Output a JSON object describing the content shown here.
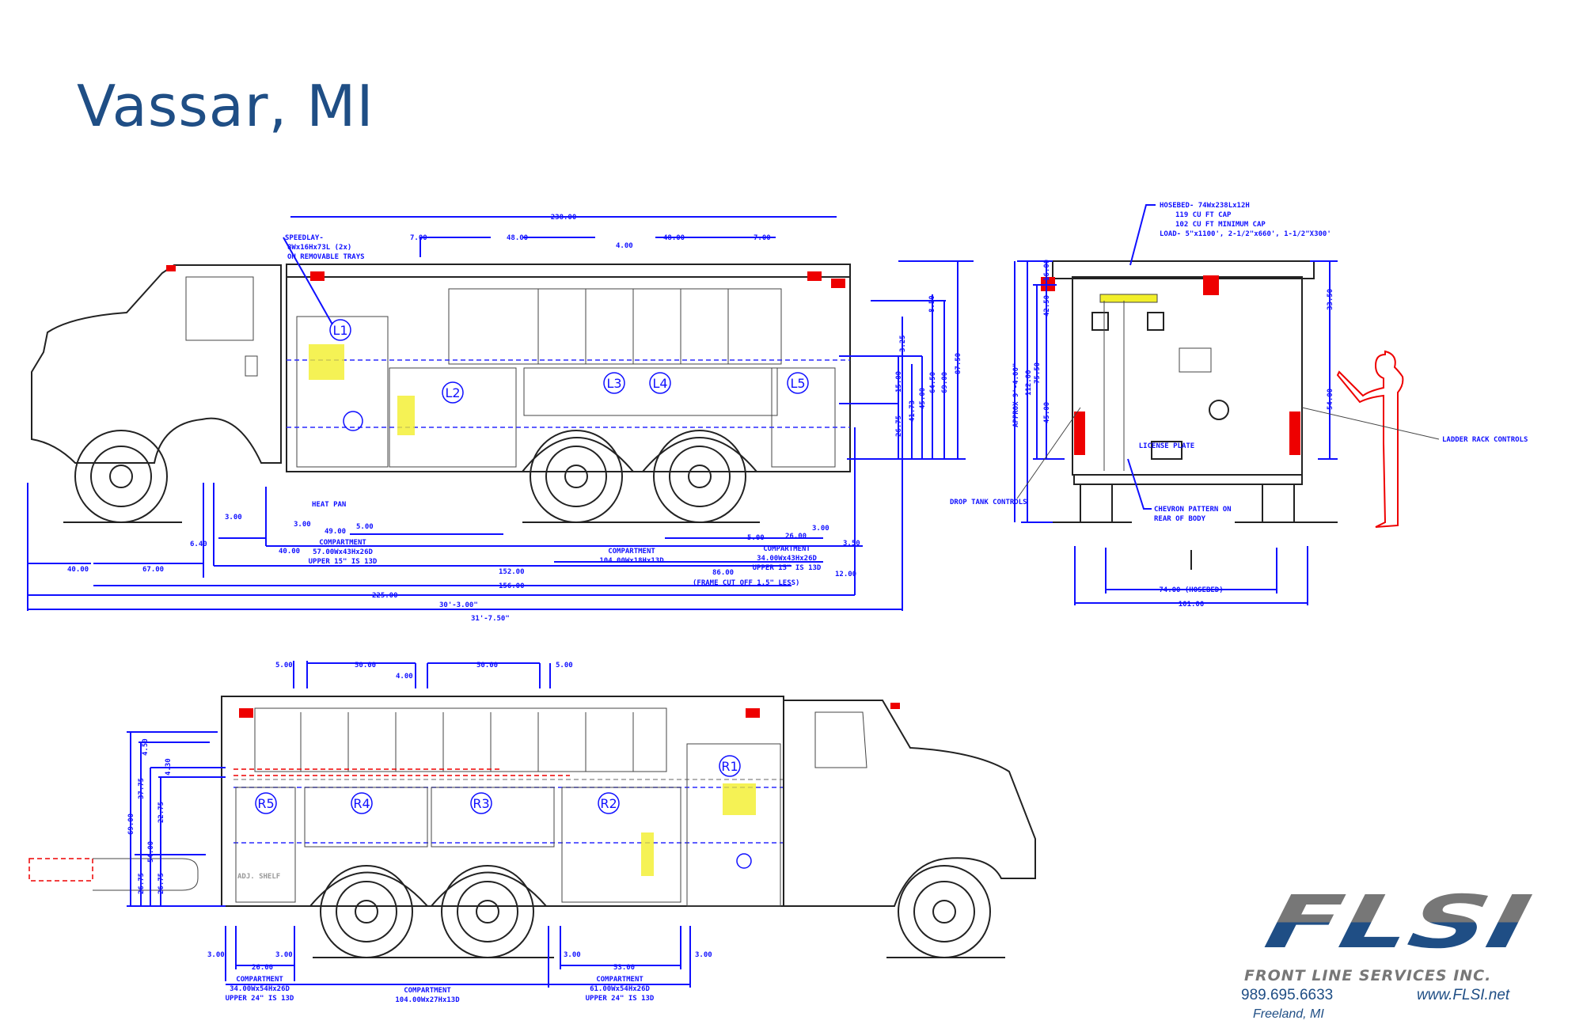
{
  "title": "Vassar, MI",
  "side_view_left": {
    "dims_top": [
      "238.00",
      "7.00",
      "48.00",
      "4.00",
      "48.00",
      "7.00"
    ],
    "speedlay_note": [
      "SPEEDLAY-",
      "8Wx16Hx73L (2x)",
      "ON REMOVABLE TRAYS"
    ],
    "compartments": [
      "L1",
      "L2",
      "L3",
      "L4",
      "L5"
    ],
    "heat_pan": "HEAT PAN",
    "dims_right": [
      "8.50",
      "3.25",
      "15.00",
      "26.75",
      "41.73",
      "45.00",
      "64.50",
      "69.00",
      "87.50"
    ],
    "dims_bottom": {
      "d300a": "3.00",
      "d300b": "3.00",
      "d500a": "5.00",
      "d4900": "49.00",
      "d640": "6.40",
      "d4000": "40.00",
      "comp1": [
        "COMPARTMENT",
        "57.00Wx43Hx26D",
        "UPPER 15\" IS 13D"
      ],
      "comp2": [
        "COMPARTMENT",
        "104.00Wx18Hx13D"
      ],
      "comp3": [
        "COMPARTMENT",
        "34.00Wx43Hx26D",
        "UPPER 15\" IS 13D"
      ],
      "d500b": "5.00",
      "d300c": "3.00",
      "d2600": "26.00",
      "d350": "3.50",
      "d4000b": "40.00",
      "d6700": "67.00",
      "d15200": "152.00",
      "d15600": "156.00",
      "d22500": "225.00",
      "d8600": "86.00",
      "frame_note": "(FRAME CUT OFF 1.5\" LESS)",
      "d1200": "12.00",
      "overall1": "30'-3.00\"",
      "overall2": "31'-7.50\""
    }
  },
  "rear_view": {
    "hosebed_note": [
      "HOSEBED- 74Wx238Lx12H",
      "119 CU FT CAP",
      "102 CU FT MINIMUM CAP",
      "LOAD- 5\"x1100', 2-1/2\"x660', 1-1/2\"X300'"
    ],
    "dims_left": [
      "APPROX 9'-4.00\"",
      "112.00",
      "16.00",
      "42.50",
      "75.50",
      "45.00"
    ],
    "dims_right": [
      "33.50",
      "54.00"
    ],
    "license_plate": "LICENSE PLATE",
    "drop_tank_controls": "DROP TANK CONTROLS",
    "chevron_note": [
      "CHEVRON PATTERN ON",
      "REAR OF BODY"
    ],
    "ladder_rack_controls": "LADDER RACK CONTROLS",
    "d7400": "74.00 (HOSEBED)",
    "d10100": "101.00"
  },
  "side_view_right": {
    "dims_top": [
      "5.00",
      "50.00",
      "4.00",
      "50.00",
      "5.00"
    ],
    "compartments": [
      "R1",
      "R2",
      "R3",
      "R4",
      "R5"
    ],
    "dims_left": [
      "69.00",
      "37.75",
      "4.50",
      "4.30",
      "22.75",
      "54.00",
      "26.75",
      "26.75"
    ],
    "adj_shelf": "ADJ. SHELF",
    "dims_bottom": {
      "d300a": "3.00",
      "d300b": "3.00",
      "d2600": "26.00",
      "comp1": [
        "COMPARTMENT",
        "34.00Wx54Hx26D",
        "UPPER 24\" IS 13D"
      ],
      "comp2": [
        "COMPARTMENT",
        "104.00Wx27Hx13D"
      ],
      "d300c": "3.00",
      "d5300": "53.00",
      "d300d": "3.00",
      "comp3": [
        "COMPARTMENT",
        "61.00Wx54Hx26D",
        "UPPER 24\" IS 13D"
      ]
    }
  },
  "logo": {
    "brand": "FLSI",
    "company": "FRONT LINE SERVICES INC.",
    "phone": "989.695.6633",
    "website": "www.FLSI.net",
    "location": "Freeland, MI",
    "colors": {
      "blue": "#1f4e85",
      "gray": "#777777"
    }
  }
}
